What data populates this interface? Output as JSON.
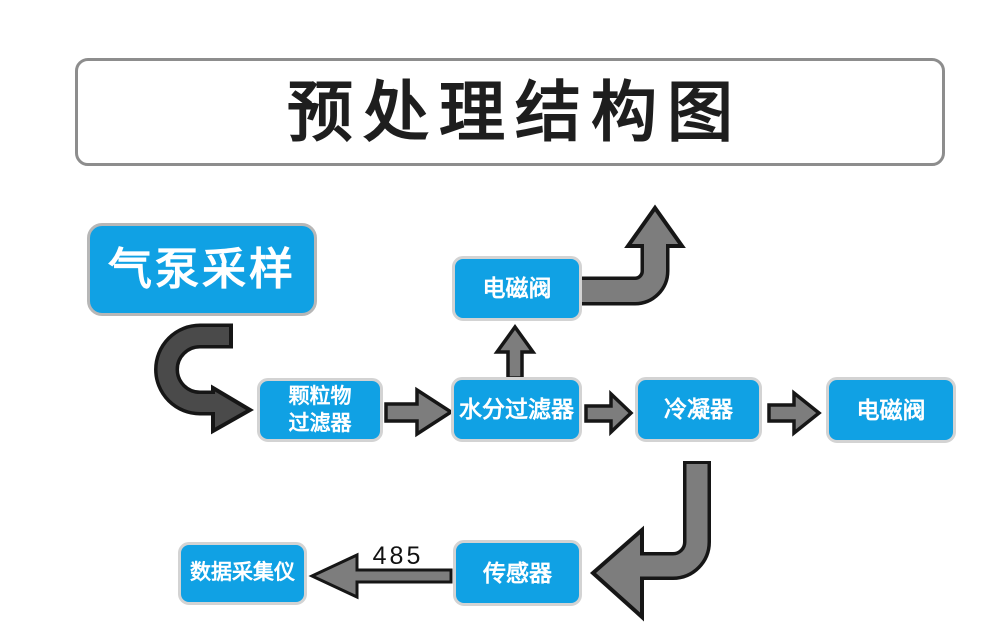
{
  "title": {
    "text": "预处理结构图"
  },
  "nodes": {
    "pump": {
      "label": "气泵采样"
    },
    "particulate_filter": {
      "label_line1": "颗粒物",
      "label_line2": "过滤器"
    },
    "solenoid_top": {
      "label": "电磁阀"
    },
    "water_filter": {
      "label": "水分过滤器"
    },
    "condenser": {
      "label": "冷凝器"
    },
    "solenoid_right": {
      "label": "电磁阀"
    },
    "sensor": {
      "label": "传感器"
    },
    "data_logger": {
      "label": "数据采集仪"
    }
  },
  "labels": {
    "bus_485": "485"
  },
  "edges": [
    {
      "from": "pump",
      "to": "particulate_filter",
      "label": ""
    },
    {
      "from": "particulate_filter",
      "to": "water_filter",
      "label": ""
    },
    {
      "from": "water_filter",
      "to": "solenoid_top",
      "label": ""
    },
    {
      "from": "solenoid_top",
      "to": "exit_top",
      "label": ""
    },
    {
      "from": "water_filter",
      "to": "condenser",
      "label": ""
    },
    {
      "from": "condenser",
      "to": "solenoid_right",
      "label": ""
    },
    {
      "from": "condenser",
      "to": "sensor",
      "label": ""
    },
    {
      "from": "sensor",
      "to": "data_logger",
      "label": "485"
    }
  ],
  "colors": {
    "node_fill": "#10a1e4",
    "node_border": "#d3d3d3",
    "node_text": "#ffffff",
    "arrow_fill": "#7d7d7d",
    "arrow_fill_dark": "#4a4a4a",
    "arrow_outline": "#161616",
    "title_text": "#1e1e1e",
    "title_border": "#8d8d8d"
  }
}
